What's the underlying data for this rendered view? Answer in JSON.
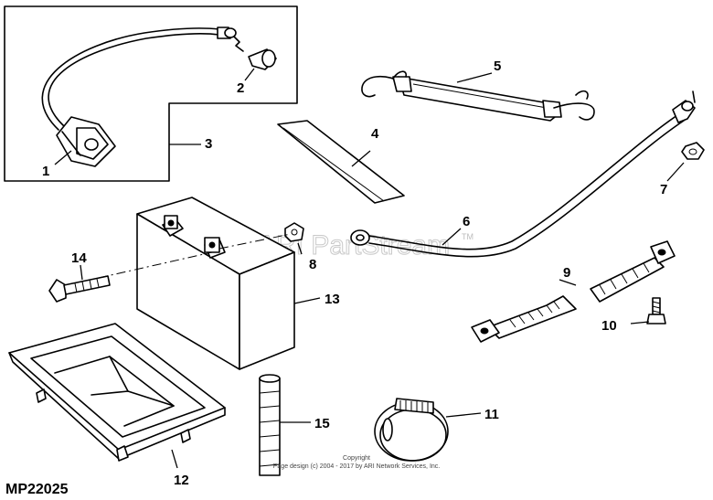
{
  "diagram": {
    "code": "MP22025",
    "watermark": "ARI PartStream",
    "watermark_mark": "TM",
    "copyright_line1": "Copyright",
    "copyright_line2": "Page design (c) 2004 - 2017 by ARI Network Services, Inc.",
    "callouts": {
      "c1": "1",
      "c2": "2",
      "c3": "3",
      "c4": "4",
      "c5": "5",
      "c6": "6",
      "c7": "7",
      "c8": "8",
      "c9": "9",
      "c10": "10",
      "c11": "11",
      "c12": "12",
      "c13": "13",
      "c14": "14",
      "c15": "15"
    }
  }
}
